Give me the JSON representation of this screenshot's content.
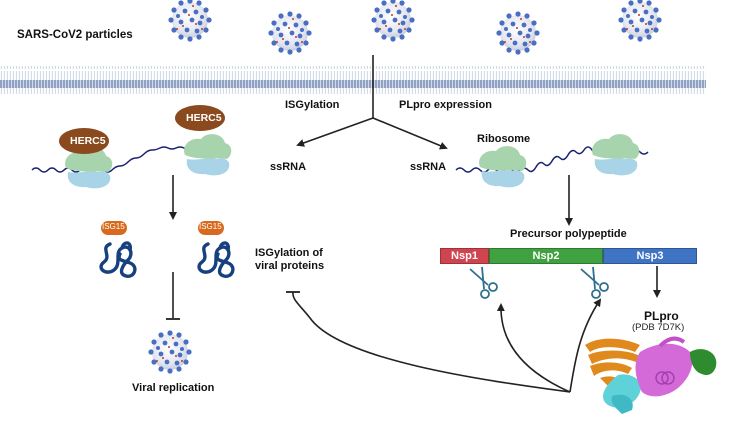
{
  "figure": {
    "title_label": "SARS-CoV2 particles",
    "pathways": {
      "left": "ISGylation",
      "right": "PLpro expression"
    },
    "labels": {
      "herc5_1": "HERC5",
      "herc5_2": "HERC5",
      "ssrna_left": "ssRNA",
      "ssrna_right": "ssRNA",
      "ribosome": "Ribosome",
      "isg15_1": "ISG15",
      "isg15_2": "ISG15",
      "isgylation_of": "ISGylation of",
      "viral_proteins": "viral proteins",
      "viral_replication": "Viral replication",
      "precursor": "Precursor polypeptide",
      "plpro": "PLpro",
      "pdb": "(PDB 7D7K)"
    },
    "polypeptide_segments": [
      {
        "name": "Nsp1",
        "color": "#d0444f"
      },
      {
        "name": "Nsp2",
        "color": "#3fa13f"
      },
      {
        "name": "Nsp3",
        "color": "#3f73c4"
      }
    ],
    "colors": {
      "virus": "#4a6ec2",
      "membrane": "#8fa2c4",
      "herc5": "#8b4a1e",
      "ribosome_top": "#a8d4ad",
      "ribosome_bottom": "#a9d3e6",
      "rna": "#1b2370",
      "isg15": "#d86a1f",
      "protein_coil": "#16407e",
      "scissors": "#2f6f8f",
      "arrow": "#222222"
    }
  }
}
